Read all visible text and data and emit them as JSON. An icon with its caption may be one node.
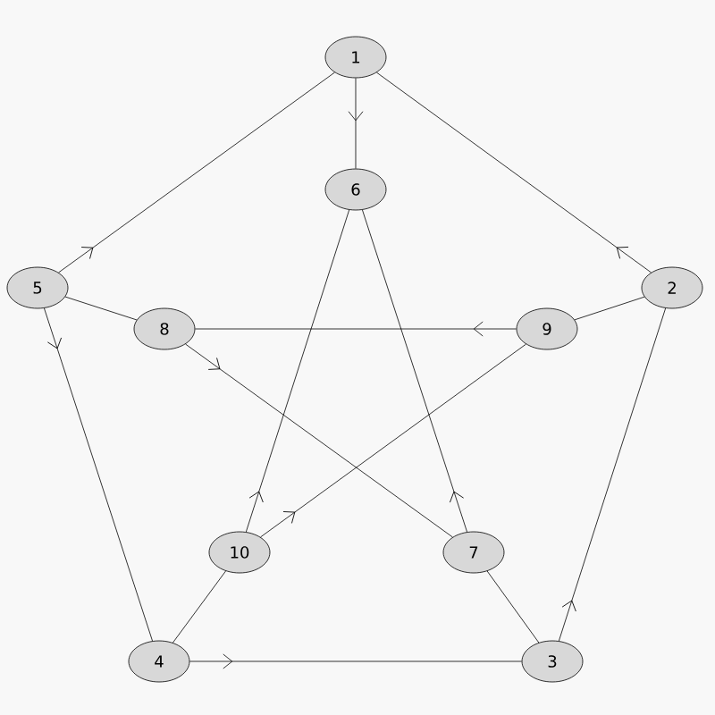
{
  "diagram": {
    "nodes": [
      {
        "text": [
          "1"
        ]
      },
      {
        "text": [
          "2"
        ]
      },
      {
        "text": [
          "3"
        ]
      },
      {
        "text": [
          "4"
        ]
      },
      {
        "text": [
          "5"
        ]
      },
      {
        "text": [
          "6"
        ]
      },
      {
        "text": [
          "7"
        ]
      },
      {
        "text": [
          "8"
        ]
      },
      {
        "text": [
          "9"
        ]
      },
      {
        "text": [
          "10"
        ]
      }
    ],
    "edges": [
      {
        "from": 0,
        "to": 5,
        "arrow": "to"
      },
      {
        "from": 4,
        "to": 0,
        "arrow": "to"
      },
      {
        "from": 1,
        "to": 0,
        "arrow": "to"
      },
      {
        "from": 4,
        "to": 3,
        "arrow": "to"
      },
      {
        "from": 2,
        "to": 1,
        "arrow": "to"
      },
      {
        "from": 3,
        "to": 2,
        "arrow": "to"
      },
      {
        "from": 4,
        "to": 7,
        "arrow": "none"
      },
      {
        "from": 8,
        "to": 1,
        "arrow": "none"
      },
      {
        "from": 3,
        "to": 9,
        "arrow": "none"
      },
      {
        "from": 6,
        "to": 2,
        "arrow": "none"
      },
      {
        "from": 8,
        "to": 7,
        "arrow": "to"
      },
      {
        "from": 7,
        "to": 6,
        "arrow": "to"
      },
      {
        "from": 9,
        "to": 5,
        "arrow": "to"
      },
      {
        "from": 6,
        "to": 5,
        "arrow": "to"
      },
      {
        "from": 9,
        "to": 8,
        "arrow": "to"
      }
    ]
  }
}
